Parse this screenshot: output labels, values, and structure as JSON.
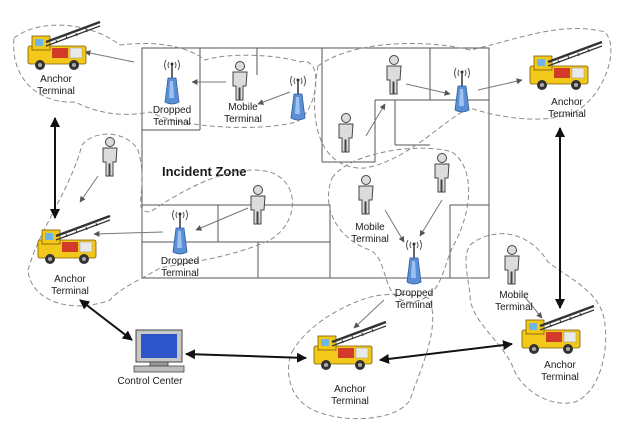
{
  "zone": {
    "title": "Incident Zone"
  },
  "labels": {
    "anchor": "Anchor\nTerminal",
    "dropped": "Dropped\nTerminal",
    "mobile": "Mobile\nTerminal",
    "control": "Control Center"
  },
  "colors": {
    "truck_body": "#f2c81a",
    "truck_red": "#d23a2a",
    "truck_window": "#6fb4e8",
    "ladder": "#333333",
    "repeater": "#5a8fd6",
    "person": "#dcdcdc",
    "blob_stroke": "#8a8a8a"
  }
}
